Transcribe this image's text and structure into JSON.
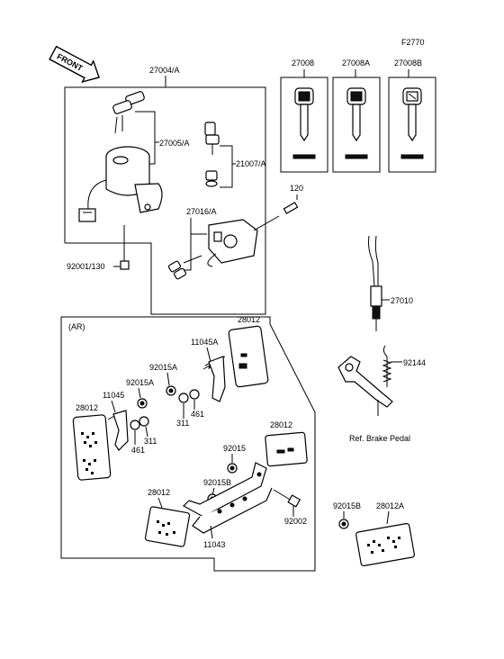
{
  "figure_code": "F2770",
  "front_arrow_label": "FRONT",
  "ar_label": "(AR)",
  "ref_note": "Ref. Brake Pedal",
  "callouts": {
    "p27004A": "27004/A",
    "p27005A": "27005/A",
    "p21007A": "21007/A",
    "p27016A": "27016/A",
    "p92001_130": "92001/130",
    "p120": "120",
    "p27008": "27008",
    "p27008A": "27008A",
    "p27008B": "27008B",
    "p27010": "27010",
    "p92144": "92144",
    "p28012_top": "28012",
    "p11045A": "11045A",
    "p92015A_1": "92015A",
    "p92015A_2": "92015A",
    "p11045": "11045",
    "p28012_left": "28012",
    "p461_a": "461",
    "p311_a": "311",
    "p461_b": "461",
    "p311_b": "311",
    "p28012_right": "28012",
    "p92015": "92015",
    "p92015B_1": "92015B",
    "p28012_bottom": "28012",
    "p92002": "92002",
    "p11043": "11043",
    "p92015B_2": "92015B",
    "p28012A": "28012A"
  }
}
